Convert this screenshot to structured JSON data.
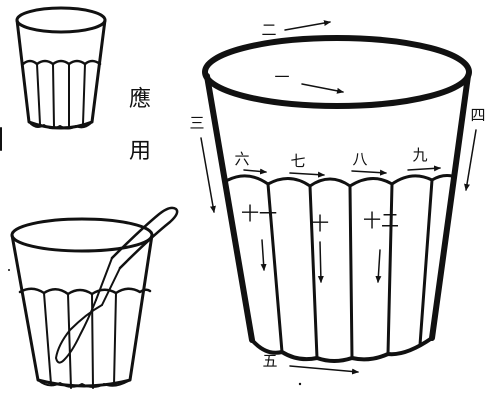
{
  "side_label": {
    "line1": "應",
    "line2": "用"
  },
  "stroke_labels": {
    "s1": "一",
    "s2": "二",
    "s3": "三",
    "s4": "四",
    "s5": "五",
    "s6": "六",
    "s7": "七",
    "s8": "八",
    "s9": "九",
    "s10": "十",
    "s11": "十一",
    "s12": "十二"
  },
  "colors": {
    "ink": "#111111",
    "paper": "#ffffff"
  }
}
